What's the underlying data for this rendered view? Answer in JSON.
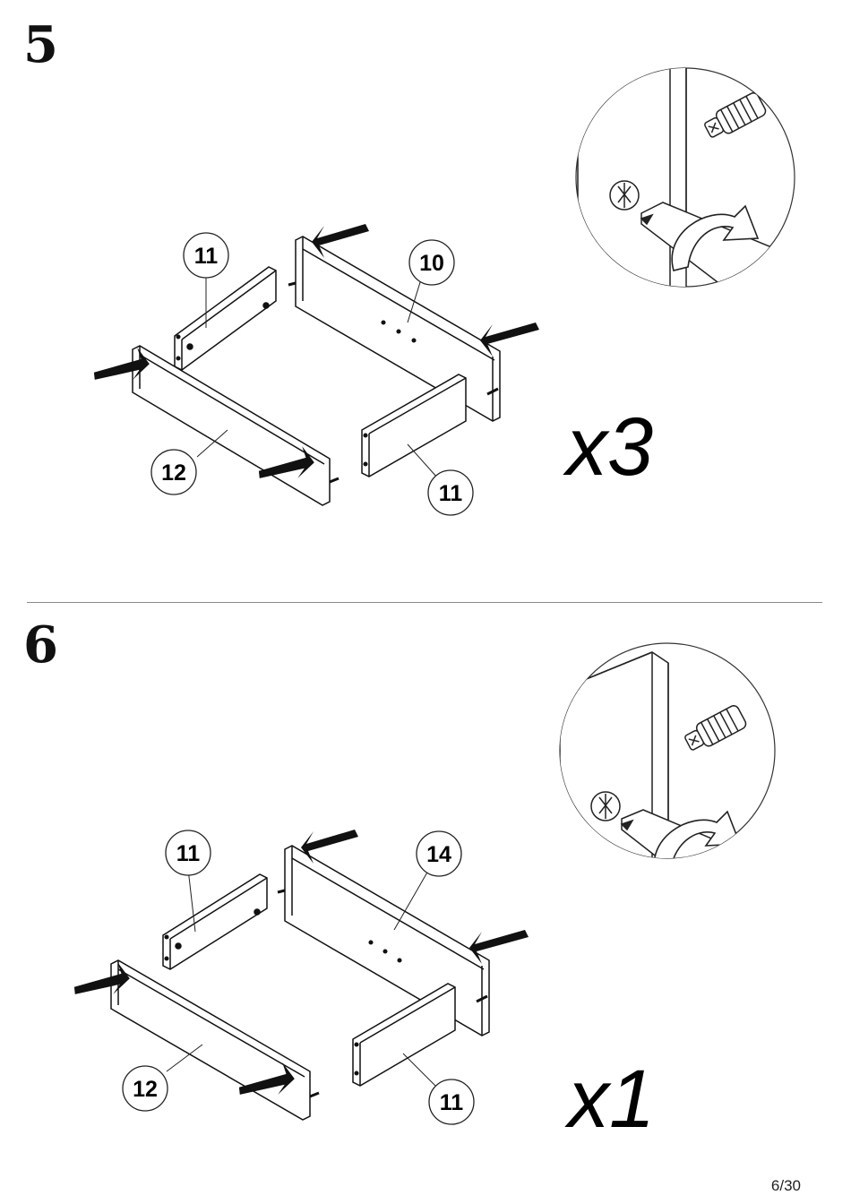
{
  "steps": [
    {
      "number": "5",
      "quantity": "x3",
      "parts": {
        "side_back": "11",
        "back_panel": "10",
        "front_panel": "12",
        "side_front": "11"
      }
    },
    {
      "number": "6",
      "quantity": "x1",
      "parts": {
        "side_back": "11",
        "back_panel": "14",
        "front_panel": "12",
        "side_front": "11"
      }
    }
  ],
  "footer": {
    "page": "6/30"
  },
  "icons": [
    "cam-lock-screwdriver-detail",
    "push-arrow",
    "rotation-arrow"
  ]
}
